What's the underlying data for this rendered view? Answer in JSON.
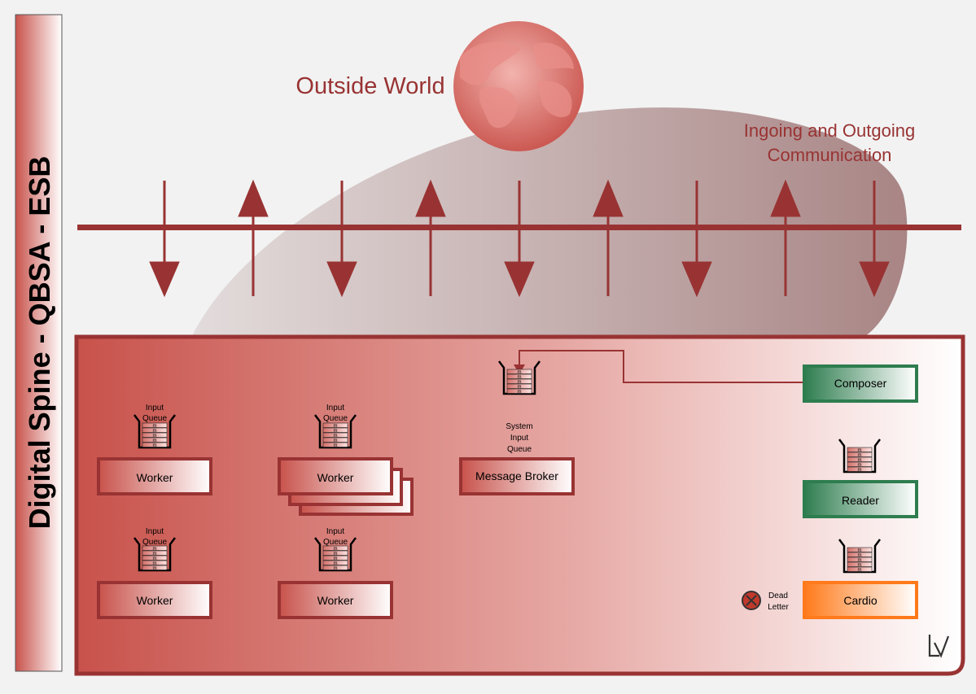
{
  "side_title": "Digital Spine - QBSA - ESB",
  "outside_world": "Outside World",
  "communication": [
    "Ingoing and Outgoing",
    "Communication"
  ],
  "input_queue_label": [
    "Input",
    "Queue"
  ],
  "queue_item": "m",
  "system_queue_label": [
    "System",
    "Input",
    "Queue"
  ],
  "worker_label": "Worker",
  "message_broker_label": "Message Broker",
  "composer_label": "Composer",
  "reader_label": "Reader",
  "cardio_label": "Cardio",
  "dead_letter_label": [
    "Dead",
    "Letter"
  ],
  "logo_text": "LV",
  "colors": {
    "brand_red": "#993333",
    "green": "#2e7d4f",
    "orange": "#ff7a1a",
    "panel_left": "#c8524b",
    "panel_right": "#ffffff"
  }
}
